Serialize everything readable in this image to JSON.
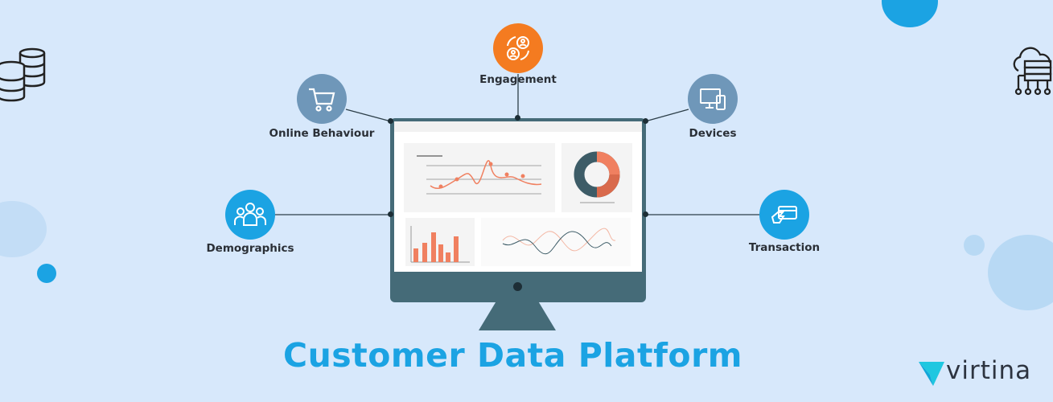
{
  "title": "Customer Data Platform",
  "brand": "virtina",
  "nodes": {
    "engagement": "Engagement",
    "online_behaviour": "Online Behaviour",
    "devices": "Devices",
    "demographics": "Demographics",
    "transaction": "Transaction"
  },
  "colors": {
    "background": "#d7e8fb",
    "orange": "#f47b20",
    "steel_blue": "#6f97b9",
    "bright_blue": "#1ba3e3",
    "monitor": "#456b78",
    "chart_accent": "#f08060"
  }
}
